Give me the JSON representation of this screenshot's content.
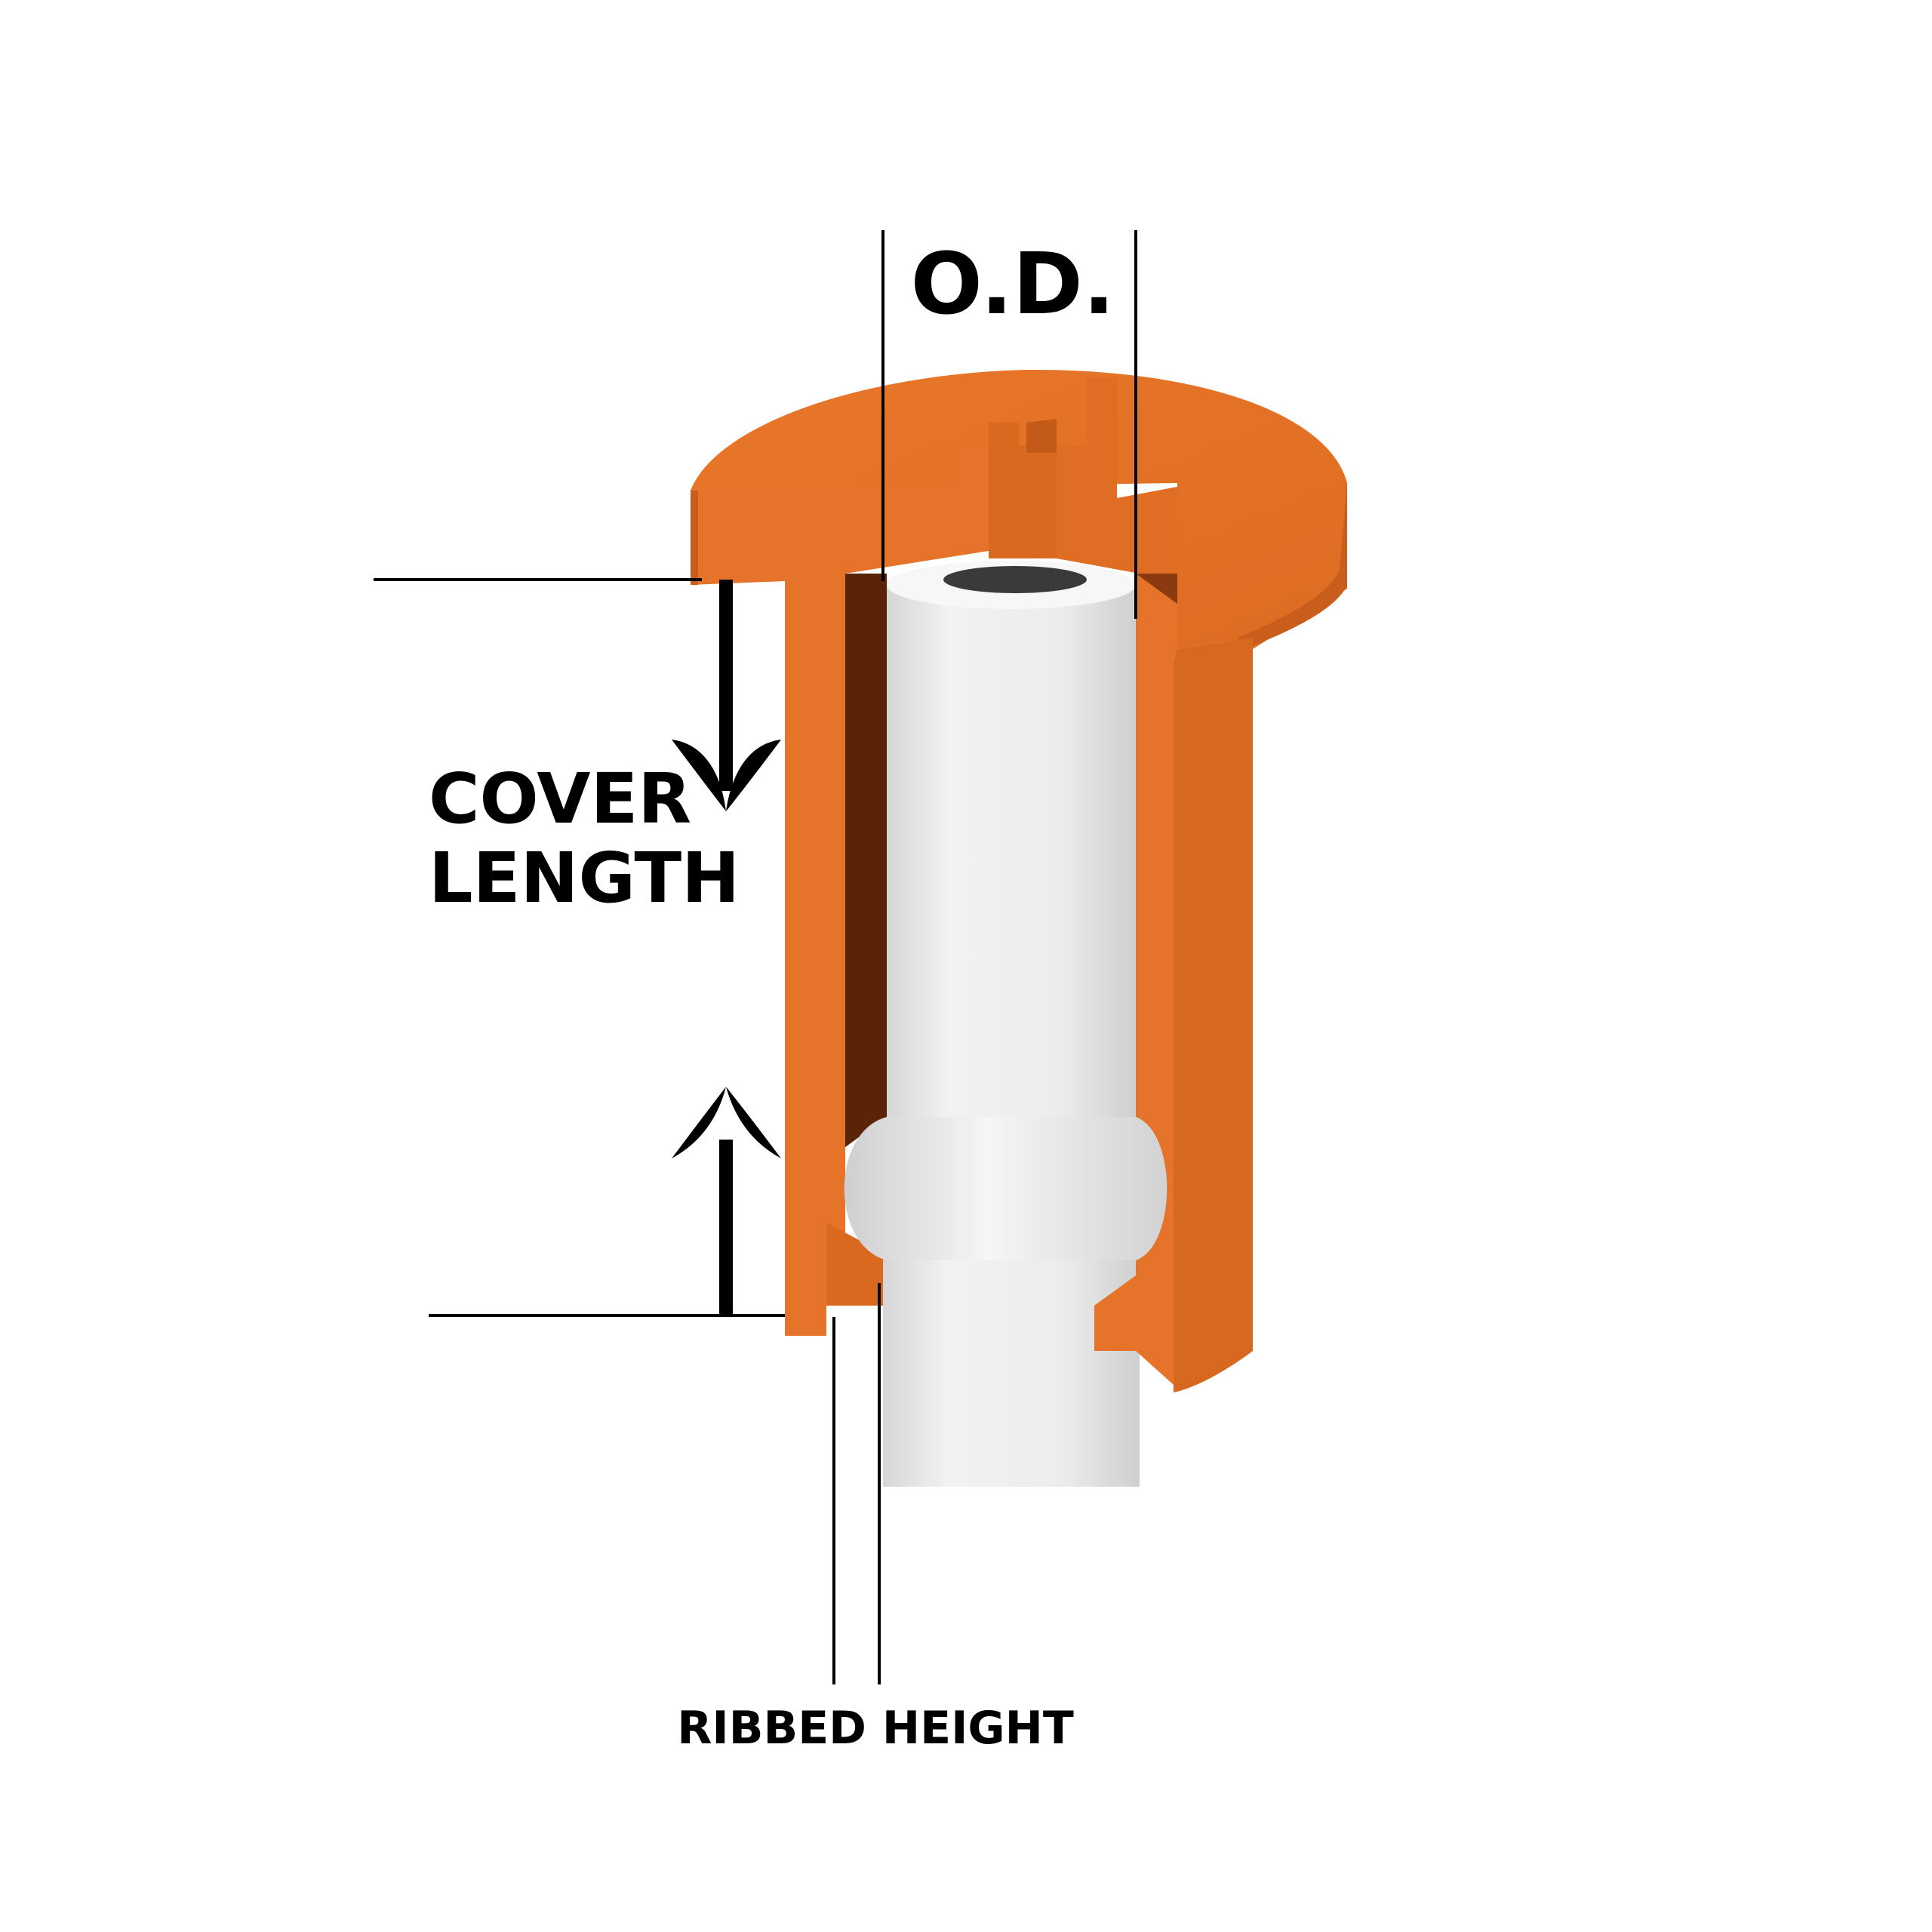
{
  "labels": {
    "od": "O.D.",
    "cover_line1": "COVER",
    "cover_line2": "LENGTH",
    "ribbed": "RIBBED HEIGHT"
  },
  "colors": {
    "cap_orange": "#E5742A",
    "cap_dark": "#B9541A",
    "cap_shadow": "#5A2408",
    "tube_white": "#E9E9E9",
    "line_black": "#000000"
  },
  "icons": [
    "arrow-down-icon",
    "arrow-up-icon"
  ]
}
